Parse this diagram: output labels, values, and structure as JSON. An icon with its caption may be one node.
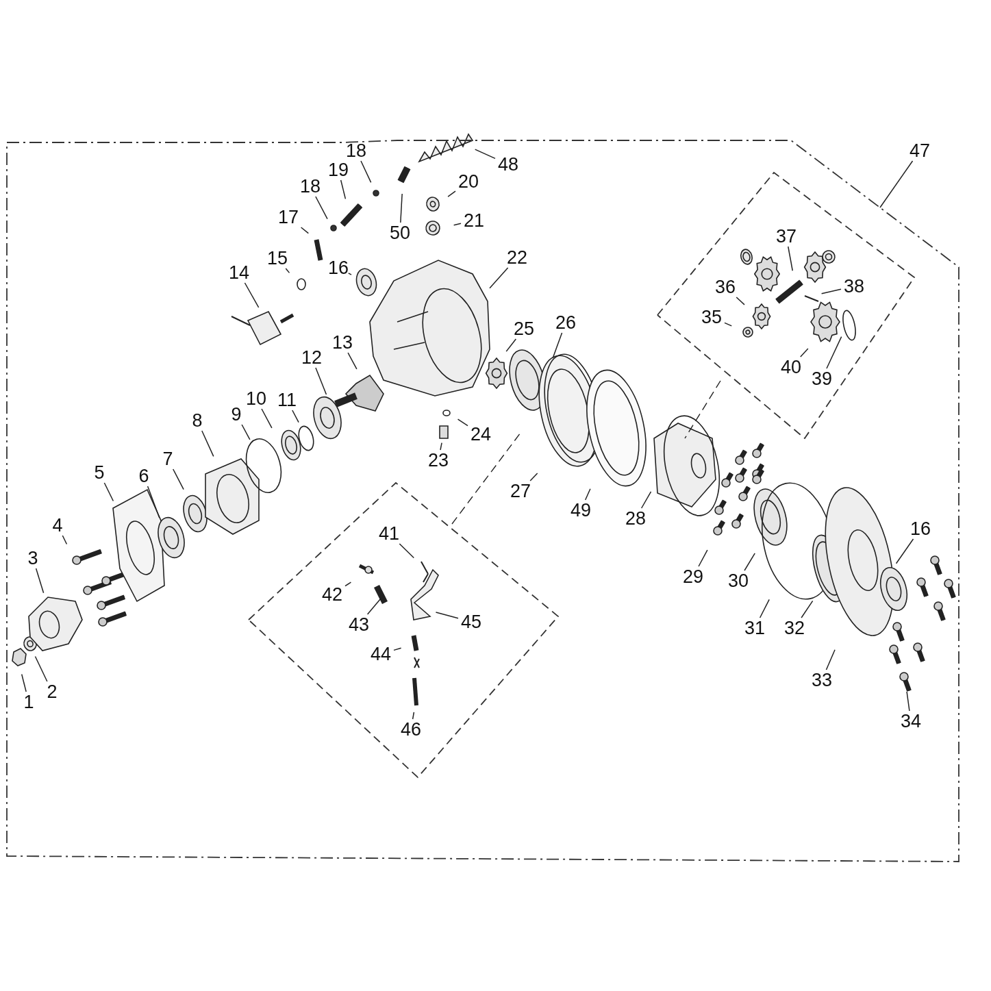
{
  "diagram": {
    "nodes": [
      {
        "text": [],
        "shape": "box"
      },
      {
        "text": [
          "1"
        ],
        "in": 0
      },
      {
        "text": [
          "2"
        ],
        "in": 0
      },
      {
        "text": [
          "3"
        ],
        "in": 0
      },
      {
        "text": [
          "4"
        ],
        "in": 0
      },
      {
        "text": [
          "5"
        ],
        "in": 0
      },
      {
        "text": [
          "6"
        ],
        "in": 0
      },
      {
        "text": [
          "7"
        ],
        "in": 0
      },
      {
        "text": [
          "8"
        ],
        "in": 0
      },
      {
        "text": [
          "9"
        ],
        "in": 0
      },
      {
        "text": [
          "10"
        ],
        "in": 0
      },
      {
        "text": [
          "11"
        ],
        "in": 0
      },
      {
        "text": [
          "12"
        ],
        "in": 0
      },
      {
        "text": [
          "13"
        ],
        "in": 0
      },
      {
        "text": [
          "14"
        ],
        "in": 0
      },
      {
        "text": [
          "15"
        ],
        "in": 0
      },
      {
        "text": [
          "16"
        ],
        "in": 0
      },
      {
        "text": [
          "17"
        ],
        "in": 0
      },
      {
        "text": [
          "18"
        ],
        "in": 0
      },
      {
        "text": [
          "19"
        ],
        "in": 0
      },
      {
        "text": [
          "18"
        ],
        "in": 0
      },
      {
        "text": [
          "20"
        ],
        "in": 0
      },
      {
        "text": [
          "21"
        ],
        "in": 0
      },
      {
        "text": [
          "22"
        ],
        "in": 0
      },
      {
        "text": [
          "23"
        ],
        "in": 0
      },
      {
        "text": [
          "24"
        ],
        "in": 0
      },
      {
        "text": [
          "25"
        ],
        "in": 0
      },
      {
        "text": [
          "26"
        ],
        "in": 0
      },
      {
        "text": [
          "27"
        ],
        "in": 0
      },
      {
        "text": [
          "28"
        ],
        "in": 0
      },
      {
        "text": [
          "29"
        ],
        "in": 0
      },
      {
        "text": [
          "30"
        ],
        "in": 0
      },
      {
        "text": [
          "31"
        ],
        "in": 0
      },
      {
        "text": [
          "32"
        ],
        "in": 0
      },
      {
        "text": [
          "33"
        ],
        "in": 0
      },
      {
        "text": [
          "34"
        ],
        "in": 0
      },
      {
        "text": [
          "16"
        ],
        "in": 0
      },
      {
        "text": [],
        "shape": "box",
        "in": 0
      },
      {
        "text": [
          "35"
        ],
        "in": 37
      },
      {
        "text": [
          "36"
        ],
        "in": 37
      },
      {
        "text": [
          "37"
        ],
        "in": 37
      },
      {
        "text": [
          "38"
        ],
        "in": 37
      },
      {
        "text": [
          "39"
        ],
        "in": 37
      },
      {
        "text": [
          "40"
        ],
        "in": 37
      },
      {
        "text": [],
        "shape": "box",
        "in": 0
      },
      {
        "text": [
          "41"
        ],
        "in": 44
      },
      {
        "text": [
          "42"
        ],
        "in": 44
      },
      {
        "text": [
          "43"
        ],
        "in": 44
      },
      {
        "text": [
          "44"
        ],
        "in": 44
      },
      {
        "text": [
          "45"
        ],
        "in": 44
      },
      {
        "text": [
          "46"
        ],
        "in": 44
      },
      {
        "text": [
          "47"
        ]
      },
      {
        "text": [
          "48"
        ],
        "in": 0
      },
      {
        "text": [
          "49"
        ],
        "in": 0
      },
      {
        "text": [
          "50"
        ],
        "in": 0
      }
    ],
    "edges": [
      {
        "from": 1,
        "to": null,
        "arrow": "none"
      },
      {
        "from": 2,
        "to": null,
        "arrow": "none"
      },
      {
        "from": 3,
        "to": null,
        "arrow": "none"
      },
      {
        "from": 4,
        "to": null,
        "arrow": "none"
      },
      {
        "from": 5,
        "to": null,
        "arrow": "none"
      },
      {
        "from": 6,
        "to": null,
        "arrow": "none"
      },
      {
        "from": 7,
        "to": null,
        "arrow": "none"
      },
      {
        "from": 8,
        "to": null,
        "arrow": "none"
      },
      {
        "from": 9,
        "to": null,
        "arrow": "none"
      },
      {
        "from": 10,
        "to": null,
        "arrow": "none"
      },
      {
        "from": 11,
        "to": null,
        "arrow": "none"
      },
      {
        "from": 12,
        "to": null,
        "arrow": "none"
      },
      {
        "from": 13,
        "to": null,
        "arrow": "none"
      },
      {
        "from": 14,
        "to": null,
        "arrow": "none"
      },
      {
        "from": 15,
        "to": null,
        "arrow": "none"
      },
      {
        "from": 16,
        "to": null,
        "arrow": "none"
      },
      {
        "from": 17,
        "to": null,
        "arrow": "none"
      },
      {
        "from": 18,
        "to": null,
        "arrow": "none"
      },
      {
        "from": 19,
        "to": null,
        "arrow": "none"
      },
      {
        "from": 20,
        "to": null,
        "arrow": "none"
      },
      {
        "from": 21,
        "to": null,
        "arrow": "none"
      },
      {
        "from": 22,
        "to": null,
        "arrow": "none"
      },
      {
        "from": 23,
        "to": null,
        "arrow": "none"
      },
      {
        "from": 24,
        "to": null,
        "arrow": "none"
      },
      {
        "from": 25,
        "to": null,
        "arrow": "none"
      },
      {
        "from": 26,
        "to": null,
        "arrow": "none"
      },
      {
        "from": 27,
        "to": null,
        "arrow": "none"
      },
      {
        "from": 28,
        "to": null,
        "arrow": "none"
      },
      {
        "from": 29,
        "to": null,
        "arrow": "none"
      },
      {
        "from": 30,
        "to": null,
        "arrow": "none"
      },
      {
        "from": 31,
        "to": null,
        "arrow": "none"
      },
      {
        "from": 32,
        "to": null,
        "arrow": "none"
      },
      {
        "from": 33,
        "to": null,
        "arrow": "none"
      },
      {
        "from": 34,
        "to": null,
        "arrow": "none"
      },
      {
        "from": 35,
        "to": null,
        "arrow": "none"
      },
      {
        "from": 36,
        "to": null,
        "arrow": "none"
      },
      {
        "from": 38,
        "to": null,
        "arrow": "none"
      },
      {
        "from": 39,
        "to": null,
        "arrow": "none"
      },
      {
        "from": 40,
        "to": null,
        "arrow": "none"
      },
      {
        "from": 41,
        "to": null,
        "arrow": "none"
      },
      {
        "from": 42,
        "to": null,
        "arrow": "none"
      },
      {
        "from": 43,
        "to": null,
        "arrow": "none"
      },
      {
        "from": 45,
        "to": null,
        "arrow": "none"
      },
      {
        "from": 46,
        "to": null,
        "arrow": "none"
      },
      {
        "from": 47,
        "to": null,
        "arrow": "none"
      },
      {
        "from": 48,
        "to": null,
        "arrow": "none"
      },
      {
        "from": 49,
        "to": null,
        "arrow": "none"
      },
      {
        "from": 50,
        "to": null,
        "arrow": "none"
      },
      {
        "from": 51,
        "to": 0,
        "arrow": "none"
      },
      {
        "from": 52,
        "to": null,
        "arrow": "none"
      },
      {
        "from": 53,
        "to": null,
        "arrow": "none"
      },
      {
        "from": 54,
        "to": null,
        "arrow": "none"
      }
    ]
  }
}
